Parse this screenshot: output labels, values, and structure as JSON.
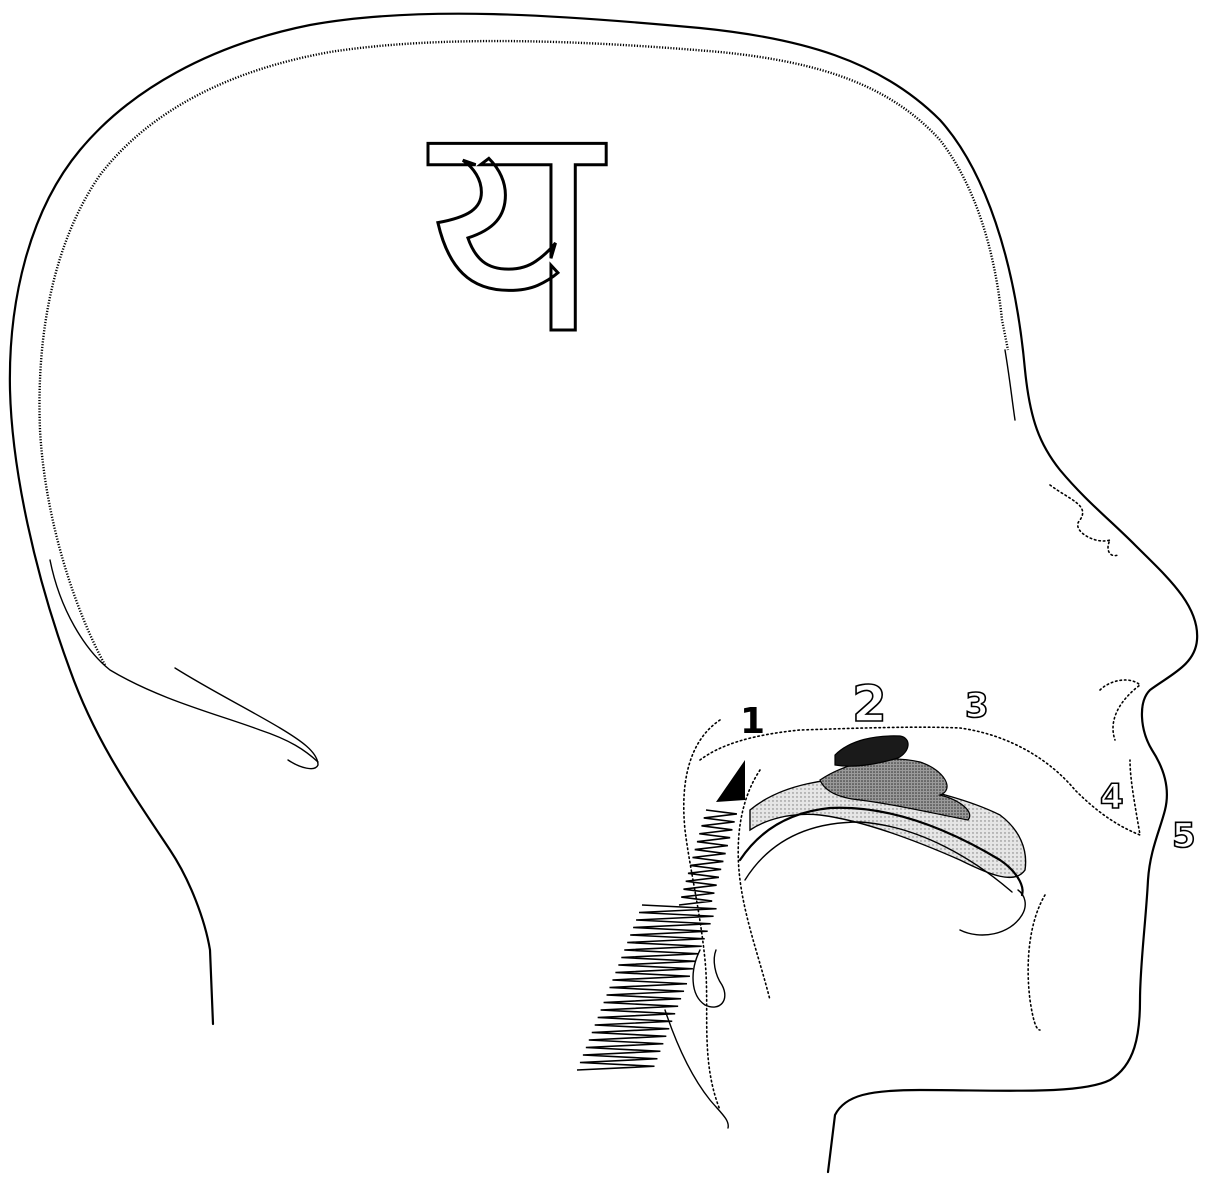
{
  "glyph": "य",
  "labels": {
    "n1": "1",
    "n2": "2",
    "n3": "3",
    "n4": "4",
    "n5": "5"
  },
  "colors": {
    "outline": "#000000",
    "background": "#ffffff",
    "tongue_tip_dark": "#1a1a1a",
    "tongue_mid": "#6e6e6e",
    "tongue_light": "#b5b5b5",
    "tongue_lighter": "#d9d9d9"
  }
}
